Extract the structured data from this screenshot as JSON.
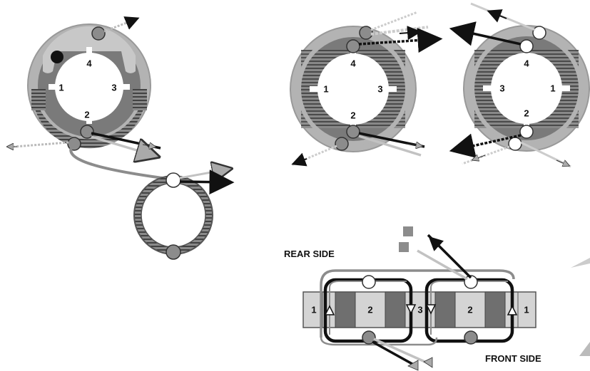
{
  "colors": {
    "ring_outer": "#b3b3b3",
    "ring_inner": "#808080",
    "hatch": "#333333",
    "dark_fill": "#6f6f6f",
    "light_fill": "#d4d4d4",
    "node_gray": "#8c8c8c",
    "node_white": "#ffffff",
    "line_black": "#111111",
    "line_gray": "#c2c2c2"
  },
  "diagrams": {
    "left": {
      "labels": [
        "4",
        "1",
        "3",
        "2"
      ]
    },
    "middle": {
      "labels": [
        "4",
        "1",
        "3",
        "2"
      ]
    },
    "right": {
      "labels": [
        "4",
        "3",
        "1",
        "2"
      ]
    }
  },
  "bottom": {
    "rear_side": "REAR SIDE",
    "front_side": "FRONT SIDE",
    "cells": [
      "1",
      "2",
      "3",
      "2",
      "1"
    ]
  }
}
